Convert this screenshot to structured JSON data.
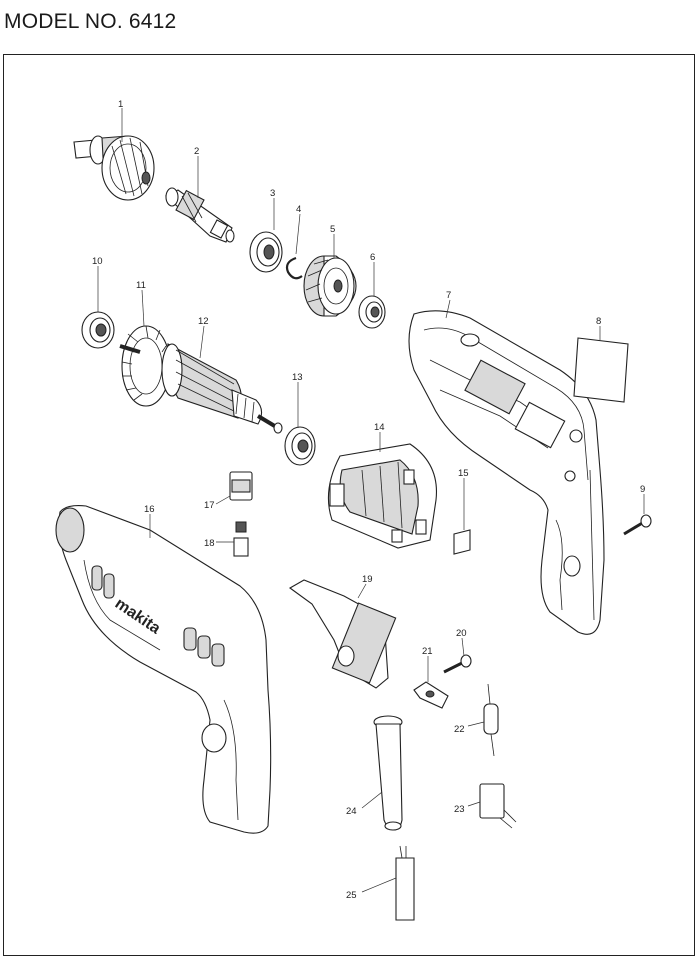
{
  "title": "MODEL NO. 6412",
  "brand_mark": "makita",
  "part_numbers": {
    "p1": "1",
    "p2": "2",
    "p3": "3",
    "p4": "4",
    "p5": "5",
    "p6": "6",
    "p7": "7",
    "p8": "8",
    "p9": "9",
    "p10": "10",
    "p11": "11",
    "p12": "12",
    "p13": "13",
    "p14": "14",
    "p15": "15",
    "p16": "16",
    "p17": "17",
    "p18": "18",
    "p19": "19",
    "p20": "20",
    "p21": "21",
    "p22": "22",
    "p23": "23",
    "p24": "24",
    "p25": "25"
  }
}
